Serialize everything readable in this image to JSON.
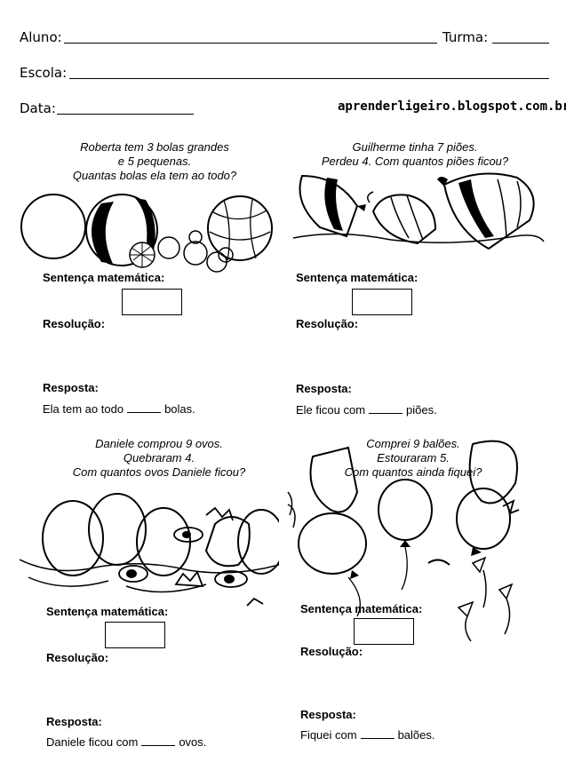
{
  "header": {
    "aluno_label": "Aluno:",
    "turma_label": "Turma:",
    "escola_label": "Escola:",
    "data_label": "Data:",
    "site": "aprenderligeiro.blogspot.com.br"
  },
  "common": {
    "sentenca_label": "Sentença matemática:",
    "resolucao_label": "Resolução:",
    "resposta_label": "Resposta:"
  },
  "problems": [
    {
      "lines": [
        "Roberta tem 3 bolas grandes",
        "e 5 pequenas.",
        "Quantas bolas ela tem ao todo?"
      ],
      "answer_before": "Ela tem ao todo",
      "answer_after": "bolas."
    },
    {
      "lines": [
        "Guilherme tinha 7 piões.",
        "Perdeu 4. Com quantos piões ficou?"
      ],
      "answer_before": "Ele ficou com",
      "answer_after": "piões."
    },
    {
      "lines": [
        "Daniele comprou 9 ovos.",
        "Quebraram 4.",
        "Com quantos ovos Daniele ficou?"
      ],
      "answer_before": "Daniele ficou com",
      "answer_after": "ovos."
    },
    {
      "lines": [
        "Comprei 9 balões.",
        "Estouraram 5.",
        "Com quantos ainda fiquei?"
      ],
      "answer_before": "Fiquei com",
      "answer_after": "balões."
    }
  ]
}
